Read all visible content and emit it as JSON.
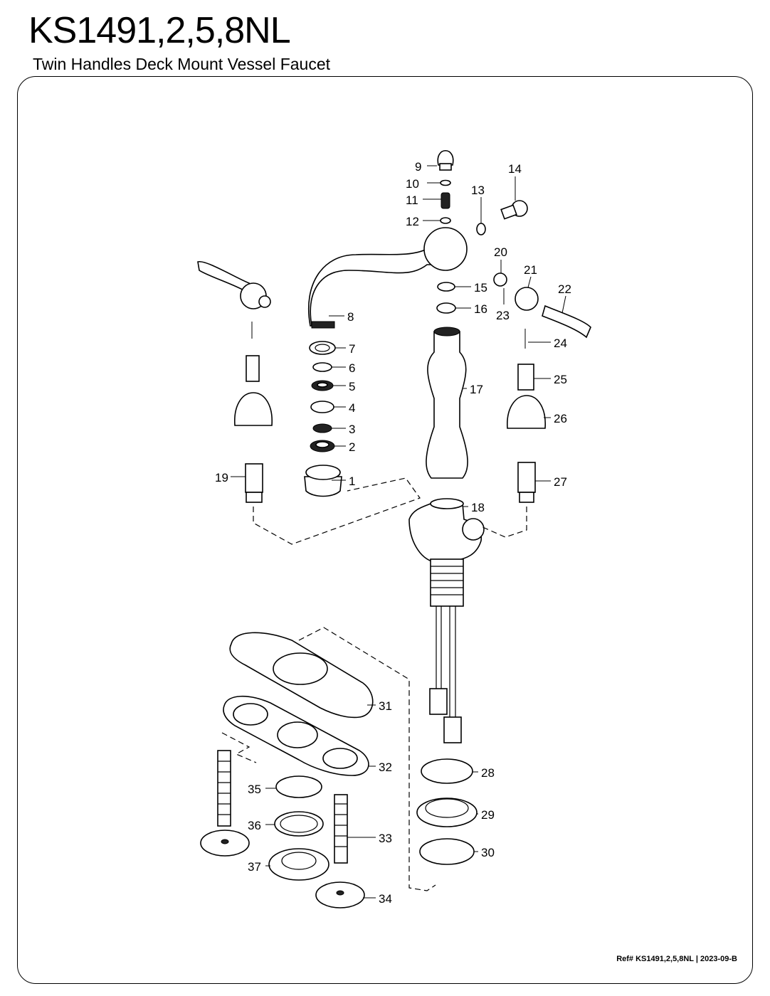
{
  "header": {
    "model": "KS1491,2,5,8NL",
    "description": "Twin Handles Deck Mount Vessel Faucet"
  },
  "footer": {
    "reference": "Ref# KS1491,2,5,8NL | 2023-09-B"
  },
  "callouts": [
    "1",
    "2",
    "3",
    "4",
    "5",
    "6",
    "7",
    "8",
    "9",
    "10",
    "11",
    "12",
    "13",
    "14",
    "15",
    "16",
    "17",
    "18",
    "19",
    "20",
    "21",
    "22",
    "23",
    "24",
    "25",
    "26",
    "27",
    "28",
    "29",
    "30",
    "31",
    "32",
    "33",
    "34",
    "35",
    "36",
    "37"
  ]
}
